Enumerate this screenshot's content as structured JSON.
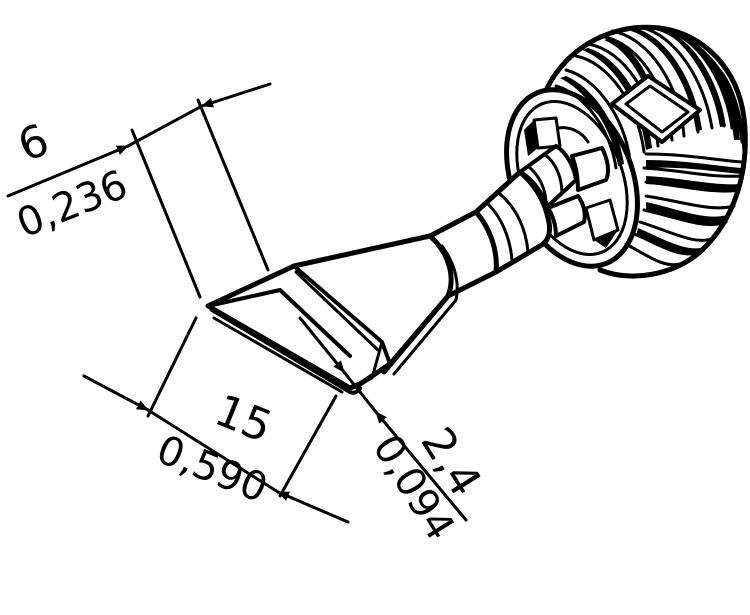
{
  "dimensions": {
    "thickness": {
      "mm": "2,4",
      "inch": "0,094"
    },
    "height": {
      "mm": "6",
      "inch": "0,236"
    },
    "width": {
      "mm": "15",
      "inch": "0,590"
    }
  },
  "colors": {
    "line": "#000000",
    "background": "#ffffff"
  }
}
